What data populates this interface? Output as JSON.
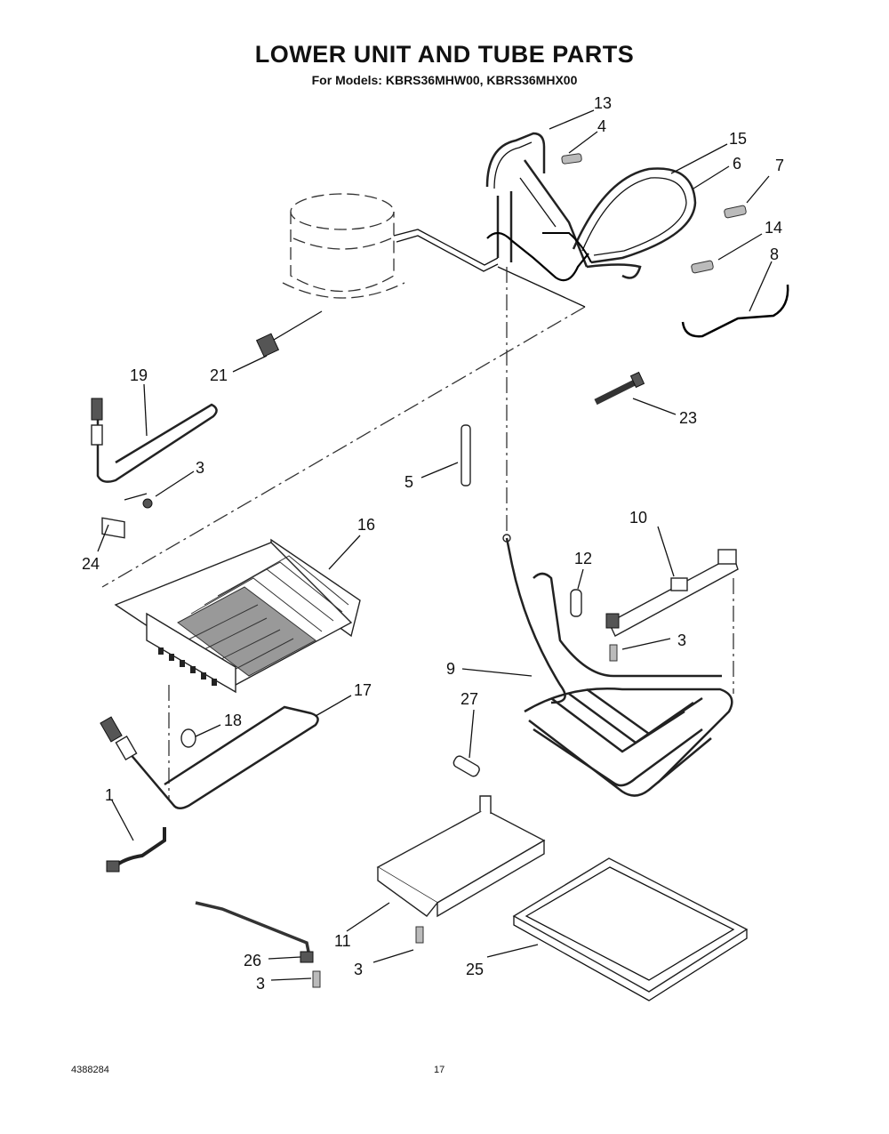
{
  "page": {
    "title": "LOWER UNIT AND TUBE PARTS",
    "subtitle": "For Models: KBRS36MHW00, KBRS36MHX00",
    "doc_number": "4388284",
    "page_number": "17"
  },
  "callouts": {
    "c13": "13",
    "c4": "4",
    "c15": "15",
    "c6": "6",
    "c7": "7",
    "c14": "14",
    "c8": "8",
    "c21": "21",
    "c19": "19",
    "c3a": "3",
    "c23": "23",
    "c5": "5",
    "c24": "24",
    "c16": "16",
    "c10": "10",
    "c12": "12",
    "c3b": "3",
    "c9": "9",
    "c27": "27",
    "c17": "17",
    "c18": "18",
    "c1": "1",
    "c11": "11",
    "c26": "26",
    "c3c": "3",
    "c3d": "3",
    "c25": "25"
  }
}
